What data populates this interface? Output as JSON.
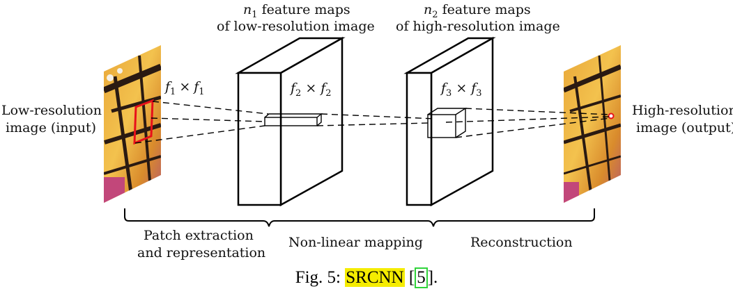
{
  "labels": {
    "input": [
      "Low-resolution",
      "image (input)"
    ],
    "output": [
      "High-resolution",
      "image (output)"
    ],
    "maps1": {
      "symbol": "n",
      "sub": "1",
      "line1": " feature maps",
      "line2": "of low-resolution image"
    },
    "maps2": {
      "symbol": "n",
      "sub": "2",
      "line1": " feature maps",
      "line2": "of high-resolution image"
    },
    "filter1": {
      "a": "f",
      "a_sub": "1",
      "times": "×",
      "b": "f",
      "b_sub": "1"
    },
    "filter2": {
      "a": "f",
      "a_sub": "2",
      "times": "×",
      "b": "f",
      "b_sub": "2"
    },
    "filter3": {
      "a": "f",
      "a_sub": "3",
      "times": "×",
      "b": "f",
      "b_sub": "3"
    }
  },
  "stages": {
    "s1": [
      "Patch extraction",
      "and representation"
    ],
    "s2": "Non-linear mapping",
    "s3": "Reconstruction"
  },
  "caption": {
    "prefix": "Fig. 5: ",
    "model": "SRCNN",
    "open": " [",
    "ref": "5",
    "close": "]."
  },
  "colors": {
    "highlight": "#f5ec00",
    "ref_box": "#2fd43a",
    "patch": "#e8101a"
  }
}
